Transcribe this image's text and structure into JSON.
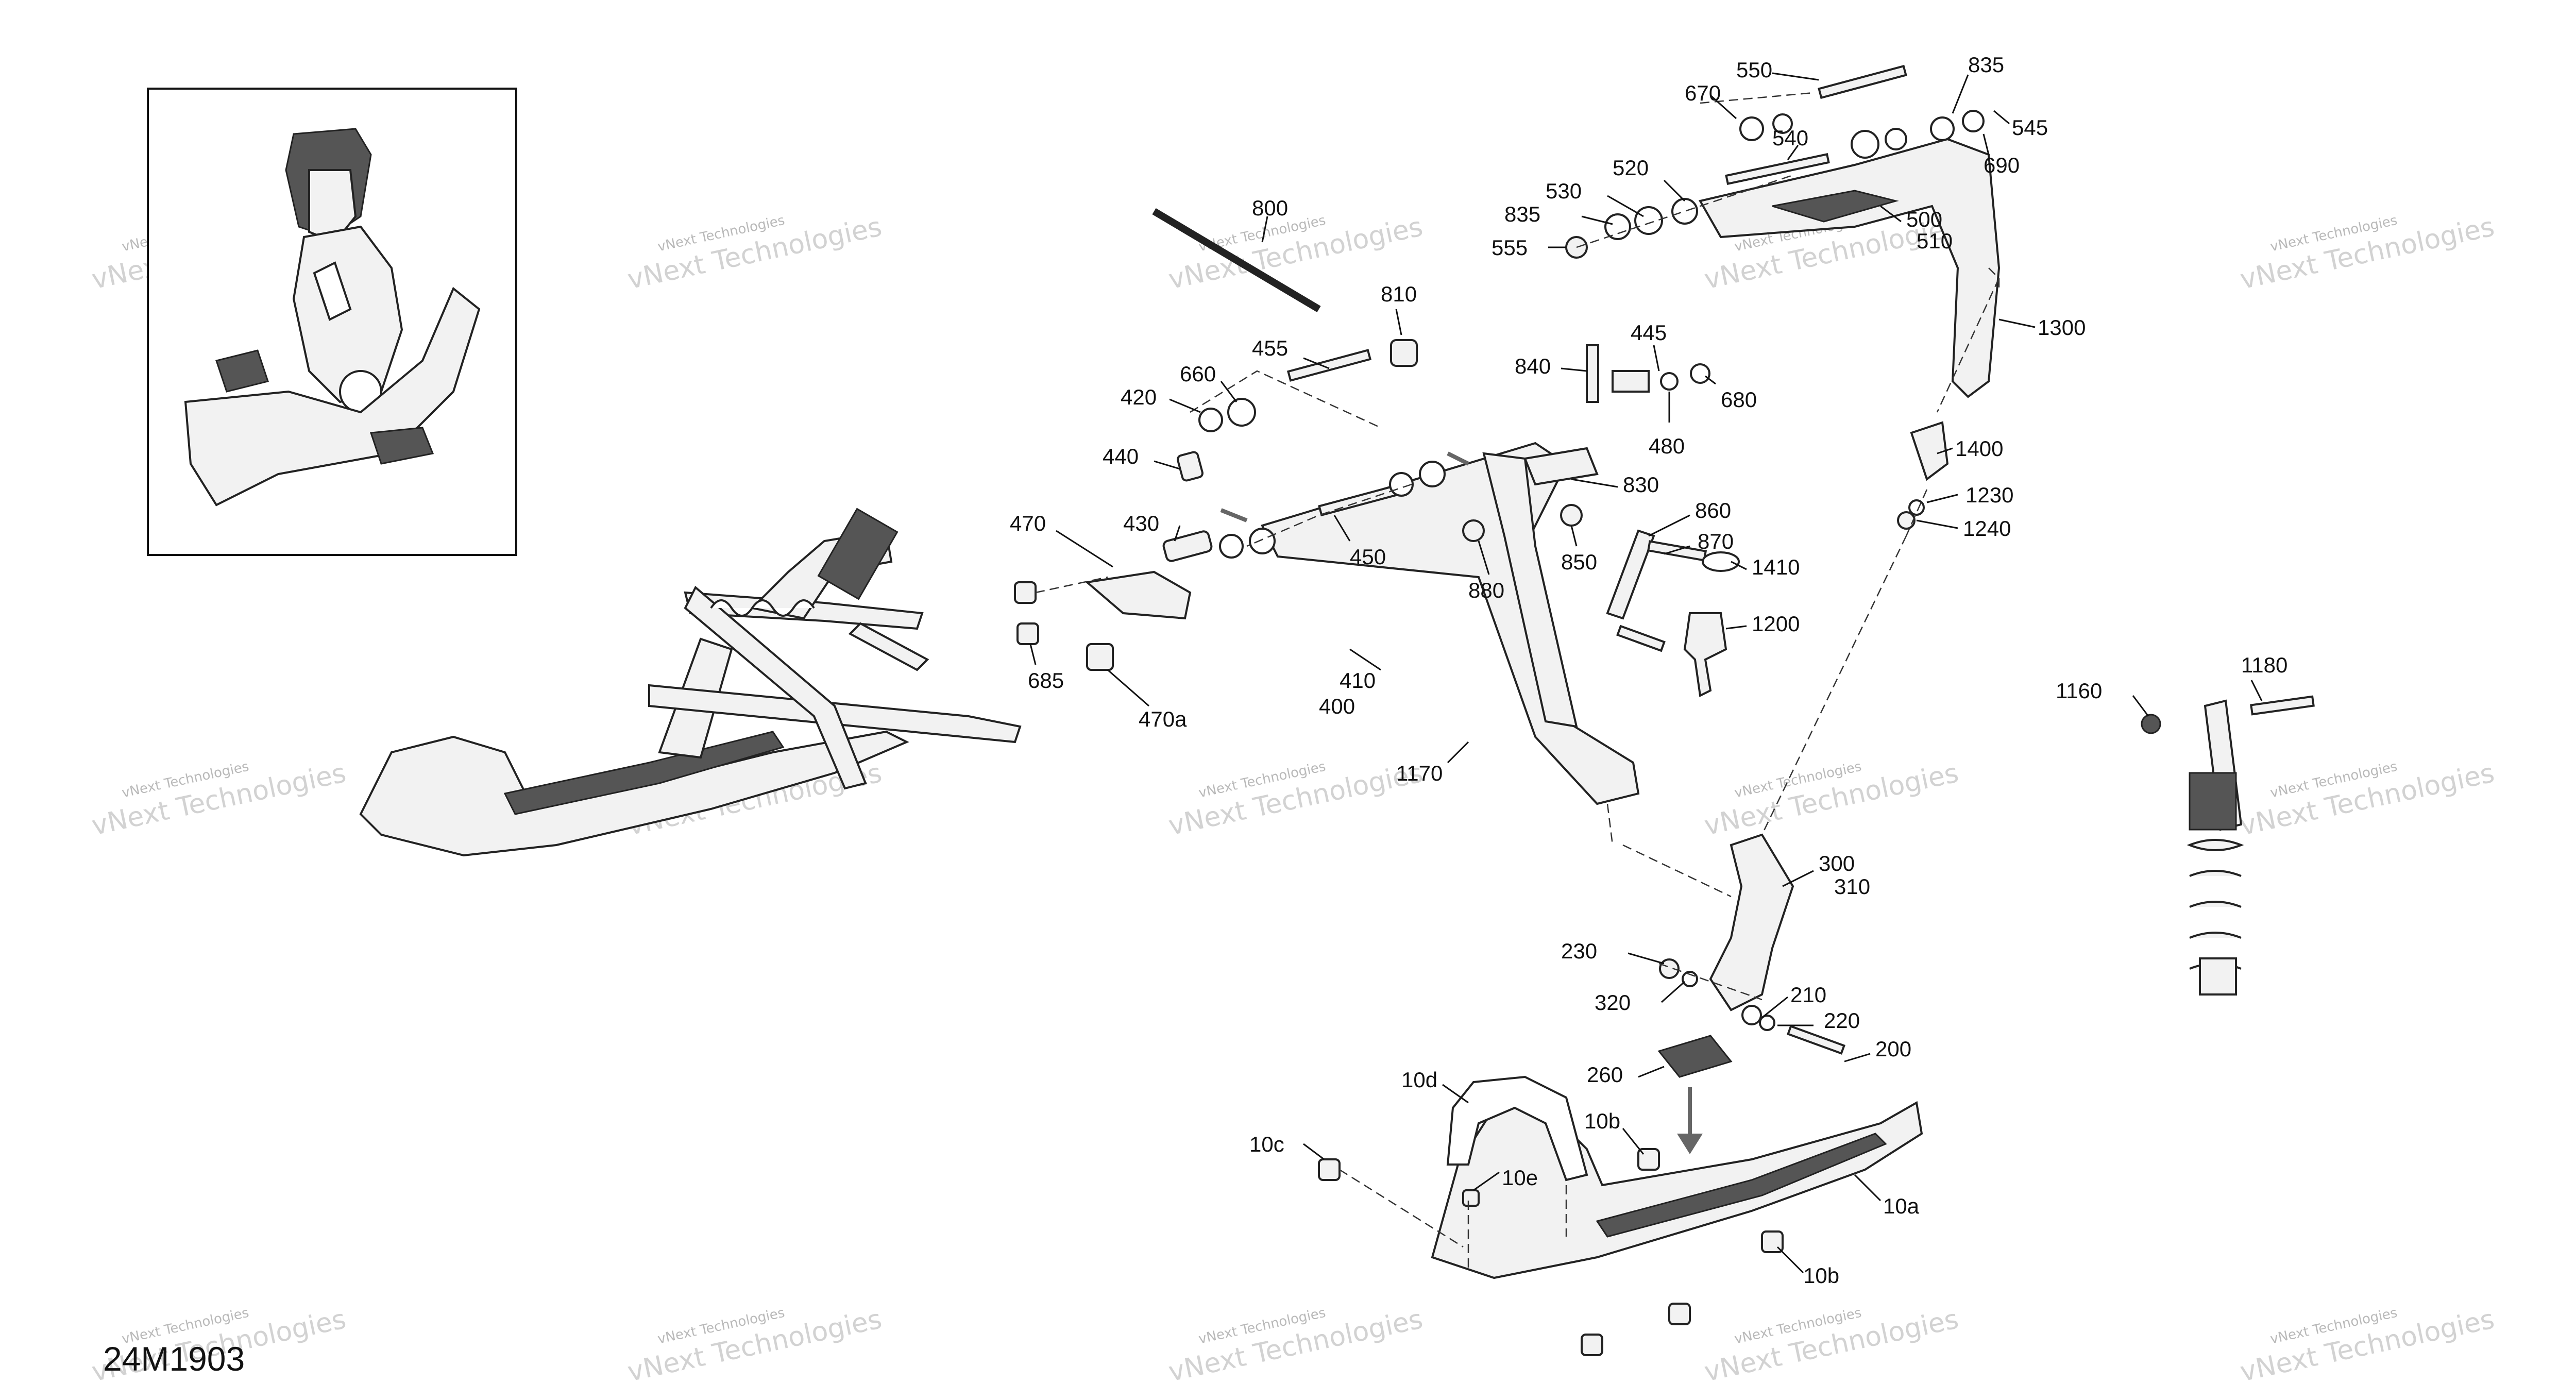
{
  "diagram_code": "24M1903",
  "watermark": {
    "line1": "vNext Technologies",
    "line2": "vNext Technologies"
  },
  "callouts": [
    {
      "id": "c550",
      "text": "550"
    },
    {
      "id": "c835a",
      "text": "835"
    },
    {
      "id": "c670",
      "text": "670"
    },
    {
      "id": "c540",
      "text": "540"
    },
    {
      "id": "c545",
      "text": "545"
    },
    {
      "id": "c690",
      "text": "690"
    },
    {
      "id": "c520",
      "text": "520"
    },
    {
      "id": "c530",
      "text": "530"
    },
    {
      "id": "c835b",
      "text": "835"
    },
    {
      "id": "c555",
      "text": "555"
    },
    {
      "id": "c500",
      "text": "500"
    },
    {
      "id": "c510",
      "text": "510"
    },
    {
      "id": "c1300",
      "text": "1300"
    },
    {
      "id": "c800",
      "text": "800"
    },
    {
      "id": "c810",
      "text": "810"
    },
    {
      "id": "c455",
      "text": "455"
    },
    {
      "id": "c660",
      "text": "660"
    },
    {
      "id": "c420",
      "text": "420"
    },
    {
      "id": "c840",
      "text": "840"
    },
    {
      "id": "c445",
      "text": "445"
    },
    {
      "id": "c680",
      "text": "680"
    },
    {
      "id": "c480",
      "text": "480"
    },
    {
      "id": "c440",
      "text": "440"
    },
    {
      "id": "c830",
      "text": "830"
    },
    {
      "id": "c1400",
      "text": "1400"
    },
    {
      "id": "c1230",
      "text": "1230"
    },
    {
      "id": "c1240",
      "text": "1240"
    },
    {
      "id": "c470",
      "text": "470"
    },
    {
      "id": "c430",
      "text": "430"
    },
    {
      "id": "c450",
      "text": "450"
    },
    {
      "id": "c860",
      "text": "860"
    },
    {
      "id": "c870",
      "text": "870"
    },
    {
      "id": "c850",
      "text": "850"
    },
    {
      "id": "c1410",
      "text": "1410"
    },
    {
      "id": "c880",
      "text": "880"
    },
    {
      "id": "c1200",
      "text": "1200"
    },
    {
      "id": "c685",
      "text": "685"
    },
    {
      "id": "c410",
      "text": "410"
    },
    {
      "id": "c400",
      "text": "400"
    },
    {
      "id": "c470a",
      "text": "470a"
    },
    {
      "id": "c1170",
      "text": "1170"
    },
    {
      "id": "c1160",
      "text": "1160"
    },
    {
      "id": "c1180",
      "text": "1180"
    },
    {
      "id": "c300",
      "text": "300"
    },
    {
      "id": "c310",
      "text": "310"
    },
    {
      "id": "c230",
      "text": "230"
    },
    {
      "id": "c210",
      "text": "210"
    },
    {
      "id": "c320",
      "text": "320"
    },
    {
      "id": "c220",
      "text": "220"
    },
    {
      "id": "c200",
      "text": "200"
    },
    {
      "id": "c260",
      "text": "260"
    },
    {
      "id": "c10d",
      "text": "10d"
    },
    {
      "id": "c10b1",
      "text": "10b"
    },
    {
      "id": "c10c",
      "text": "10c"
    },
    {
      "id": "c10e",
      "text": "10e"
    },
    {
      "id": "c10a",
      "text": "10a"
    },
    {
      "id": "c10b2",
      "text": "10b"
    }
  ]
}
